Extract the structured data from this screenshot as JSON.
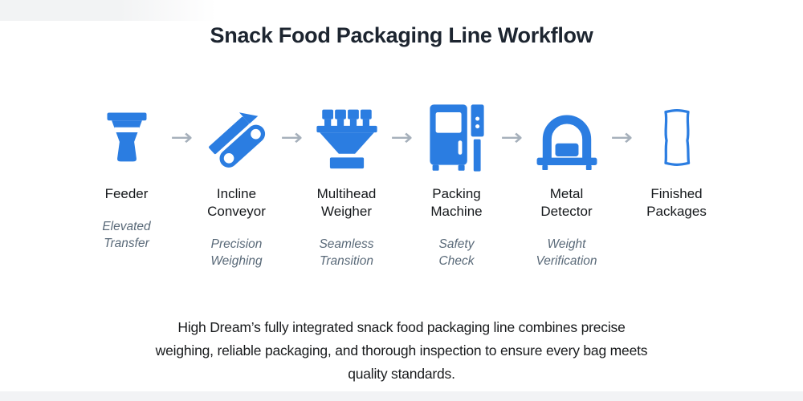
{
  "page": {
    "title": "Snack Food Packaging Line Workflow"
  },
  "workflow": {
    "arrow_glyph": "→",
    "stations": [
      {
        "icon": "feeder-hopper-icon",
        "label": "Feeder",
        "subtitle": "Elevated\nTransfer"
      },
      {
        "icon": "incline-conveyor-icon",
        "label": "Incline\nConveyor",
        "subtitle": "Precision\nWeighing"
      },
      {
        "icon": "multihead-weigher-icon",
        "label": "Multihead\nWeigher",
        "subtitle": "Seamless\nTransition"
      },
      {
        "icon": "packing-machine-icon",
        "label": "Packing\nMachine",
        "subtitle": "Safety\nCheck"
      },
      {
        "icon": "metal-detector-icon",
        "label": "Metal\nDetector",
        "subtitle": "Weight\nVerification"
      },
      {
        "icon": "finished-package-bag-icon",
        "label": "Finished\nPackages",
        "subtitle": ""
      }
    ]
  },
  "footer": {
    "lines": [
      "High Dream’s fully integrated snack food packaging line combines precise",
      "weighing, reliable packaging, and thorough inspection to ensure every bag meets",
      "quality standards."
    ]
  },
  "colors": {
    "icon_blue": "#2b7de1",
    "arrow_gray": "#a6b0bb",
    "title_dark": "#1d2530",
    "label_dark": "#15181b",
    "subtitle_gray": "#5a6a79",
    "footer_dark": "#191b1d",
    "background": "#ffffff",
    "edge_band": "#f2f3f5"
  }
}
